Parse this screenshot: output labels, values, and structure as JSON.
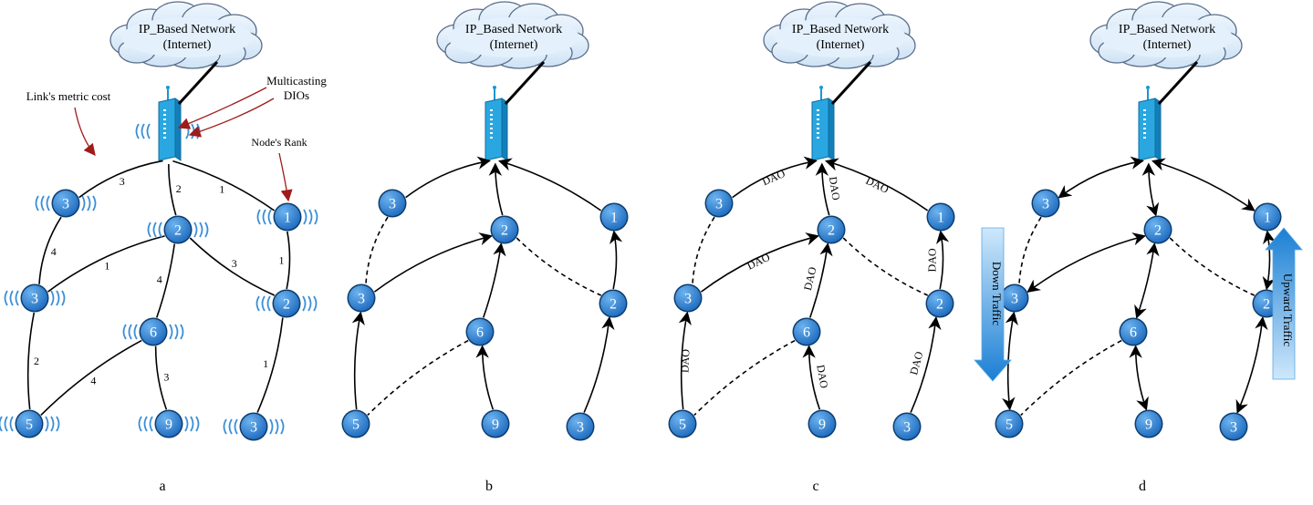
{
  "cloud": {
    "line1": "IP_Based Network",
    "line2": "(Internet)"
  },
  "panels": {
    "a": {
      "caption": "a"
    },
    "b": {
      "caption": "b"
    },
    "c": {
      "caption": "c"
    },
    "d": {
      "caption": "d"
    }
  },
  "annotations": {
    "link_metric_cost": "Link's metric cost",
    "multicasting_line1": "Multicasting",
    "multicasting_line2": "DIOs",
    "node_rank": "Node's Rank"
  },
  "nodes": {
    "n3_top": "3",
    "n2_top": "2",
    "n1_top": "1",
    "n3_mid": "3",
    "n2_mid": "2",
    "n6": "6",
    "n5": "5",
    "n9": "9",
    "n3_bot": "3"
  },
  "link_costs": {
    "root_n3": "3",
    "root_n2": "2",
    "root_n1": "1",
    "n3top_n3mid": "4",
    "n2_n3mid": "1",
    "n2_n6": "4",
    "n2_n2mid": "3",
    "n1_n2mid": "1",
    "n3mid_n5": "2",
    "n6_n5": "4",
    "n6_n9": "3",
    "n2mid_n3bot": "1"
  },
  "dao_label": "DAO",
  "traffic": {
    "down": "Down Traffic",
    "up": "Upward Traffic"
  },
  "colors": {
    "node_fill": "#2d7fd0",
    "router": "#1a96d4",
    "cloud_fill": "#dcebf8",
    "cloud_stroke": "#5a6e8a",
    "annotation_arrow": "#a01b1b"
  }
}
